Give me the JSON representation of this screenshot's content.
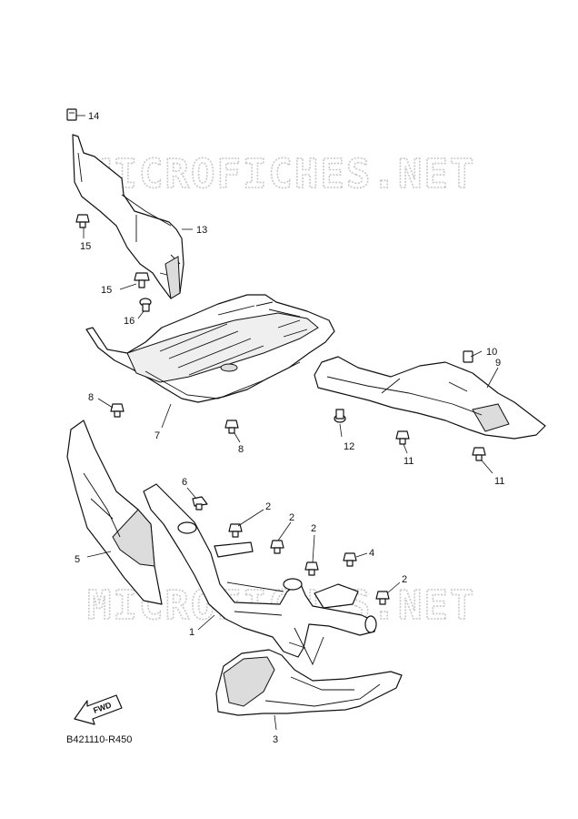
{
  "watermark": "MICROFICHES.NET",
  "diagram_code": "B421110-R450",
  "fwd_label": "FWD",
  "callouts": {
    "c1": "1",
    "c2a": "2",
    "c2b": "2",
    "c2c": "2",
    "c2d": "2",
    "c3": "3",
    "c4": "4",
    "c5": "5",
    "c6": "6",
    "c7": "7",
    "c8a": "8",
    "c8b": "8",
    "c9": "9",
    "c10": "10",
    "c11a": "11",
    "c11b": "11",
    "c12": "12",
    "c13": "13",
    "c14": "14",
    "c15a": "15",
    "c15b": "15",
    "c16": "16"
  }
}
